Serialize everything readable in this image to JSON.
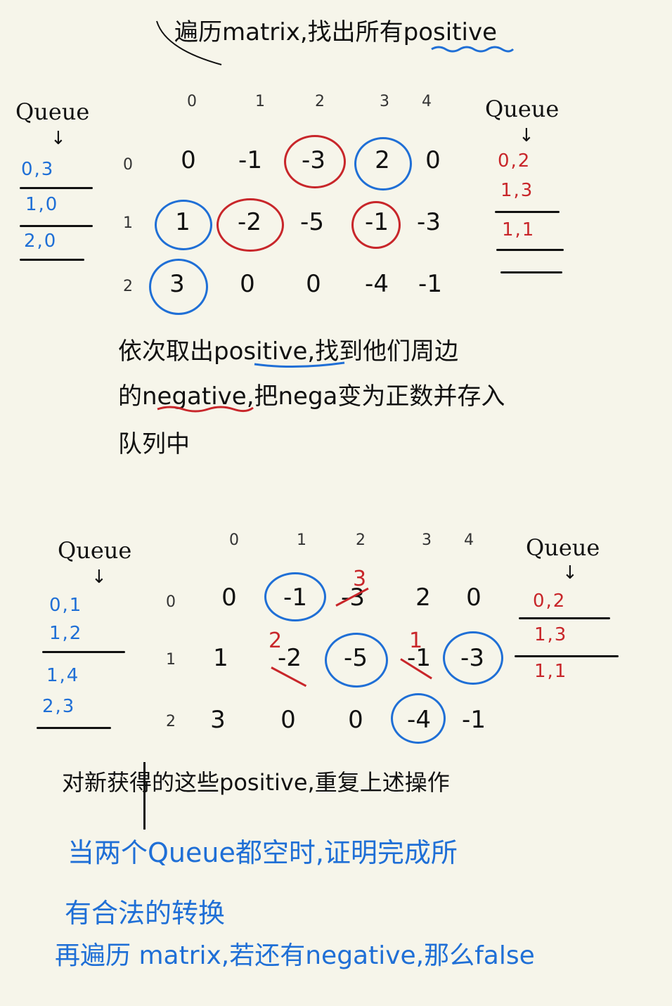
{
  "title": "遍历matrix,找出所有positive",
  "grid1": {
    "col_indices": [
      "0",
      "1",
      "2",
      "3",
      "4"
    ],
    "rows": [
      {
        "index": "0",
        "cells": [
          "0",
          "-1",
          "-3",
          "2",
          "0"
        ]
      },
      {
        "index": "1",
        "cells": [
          "1",
          "-2",
          "-5",
          "-1",
          "-3"
        ]
      },
      {
        "index": "2",
        "cells": [
          "3",
          "0",
          "0",
          "-4",
          "-1"
        ]
      }
    ],
    "left_queue": {
      "label": "Queue",
      "entries": [
        "0,3",
        "1,0",
        "2,0"
      ]
    },
    "right_queue": {
      "label": "Queue",
      "entries": [
        "0,2",
        "1,3",
        "1,1"
      ]
    }
  },
  "note1": {
    "line1": "依次取出positive,找到他们周边",
    "line2": "的negative,把nega变为正数并存入",
    "line3": "队列中"
  },
  "grid2": {
    "col_indices": [
      "0",
      "1",
      "2",
      "3",
      "4"
    ],
    "rows": [
      {
        "index": "0",
        "cells": [
          "0",
          "-1",
          "-3",
          "2",
          "0"
        ]
      },
      {
        "index": "1",
        "cells": [
          "1",
          "-2",
          "-5",
          "-1",
          "-3"
        ]
      },
      {
        "index": "2",
        "cells": [
          "3",
          "0",
          "0",
          "-4",
          "-1"
        ]
      }
    ],
    "corrections": {
      "r0c2": "3",
      "r1c1": "2",
      "r1c3": "1"
    },
    "left_queue": {
      "label": "Queue",
      "entries": [
        "0,1",
        "1,2",
        "1,4",
        "2,3"
      ]
    },
    "right_queue": {
      "label": "Queue",
      "entries": [
        "0,2",
        "1,3",
        "1,1"
      ]
    }
  },
  "note2": "对新获得的这些positive,重复上述操作",
  "conclusion": {
    "line1": "当两个Queue都空时,证明完成所",
    "line2": "有合法的转换",
    "line3": "再遍历 matrix,若还有negative,那么false"
  },
  "colors": {
    "blue": "#1f6fd6",
    "red": "#c8262a",
    "ink": "#111111",
    "paper": "#f6f5ea"
  }
}
